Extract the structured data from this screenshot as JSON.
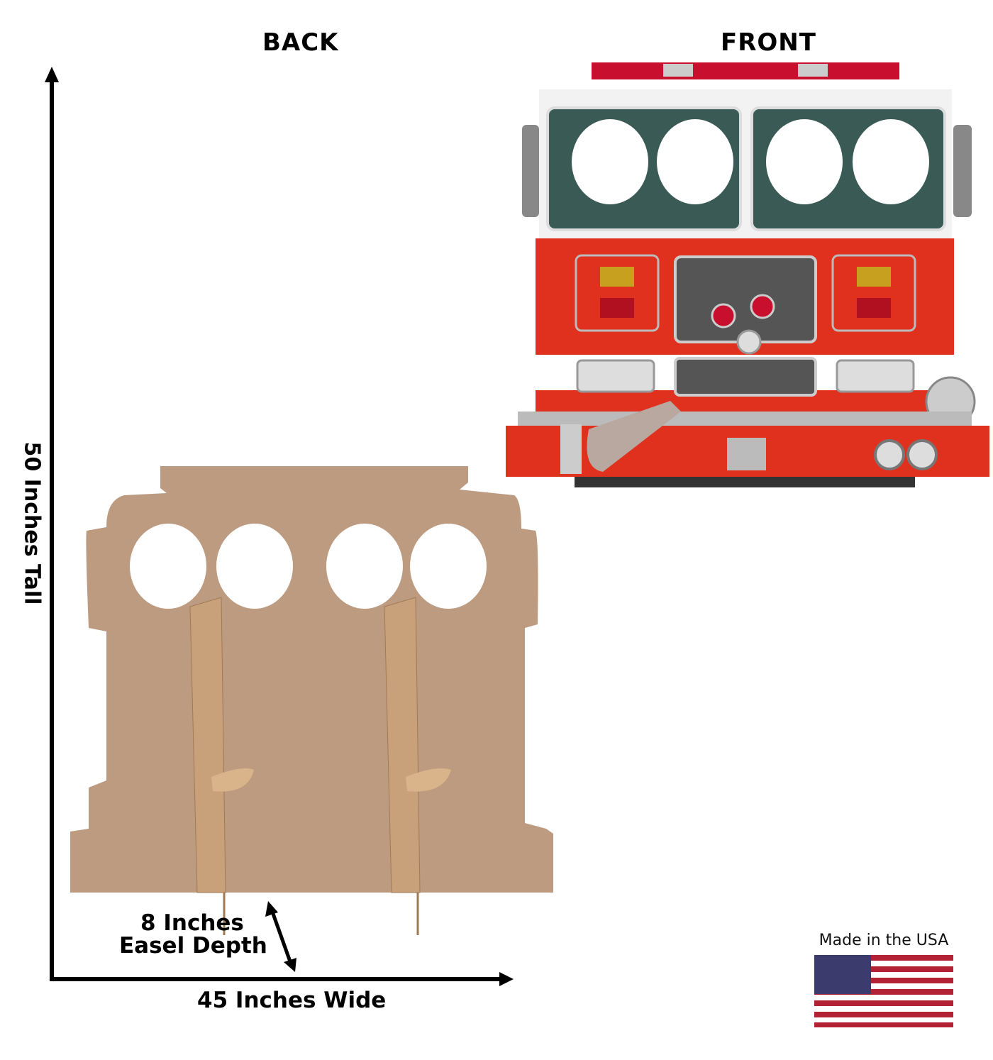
{
  "headings": {
    "back": "BACK",
    "front": "FRONT"
  },
  "dimensions": {
    "height": "50 Inches Tall",
    "width": "45 Inches Wide",
    "easel_line1": "8 Inches",
    "easel_line2": "Easel Depth"
  },
  "badge": {
    "caption": "Made in the USA"
  },
  "colors": {
    "cardboard": "#bd9b80",
    "truck_red": "#e0301e",
    "flag_red": "#b22234",
    "flag_blue": "#3c3b6e"
  }
}
